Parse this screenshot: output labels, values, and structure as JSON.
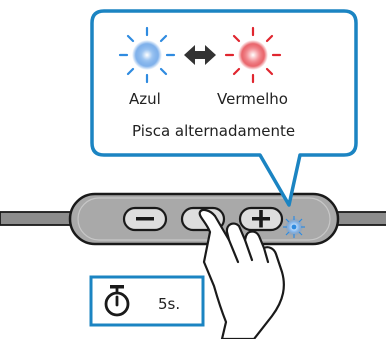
{
  "colors": {
    "callout_border": "#1b84c2",
    "led_blue": "#2f8be0",
    "led_red": "#e0262f",
    "cable": "#8c8c8c",
    "remote_body": "#a9a9a9",
    "button_fill": "#dedede",
    "timer_box_border": "#1b84c2",
    "outline": "#1a1a1a"
  },
  "callout": {
    "left_label": "Azul",
    "right_label": "Vermelho",
    "caption": "Pisca alternadamente"
  },
  "remote": {
    "buttons": [
      "minus",
      "center",
      "plus"
    ],
    "minus_symbol": "−",
    "plus_symbol": "+",
    "led_color": "blue"
  },
  "timer": {
    "icon": "stopwatch-icon",
    "duration": "5s."
  },
  "hand": {
    "icon": "hand-pressing-icon"
  },
  "arrow": {
    "icon": "double-arrow-icon"
  }
}
